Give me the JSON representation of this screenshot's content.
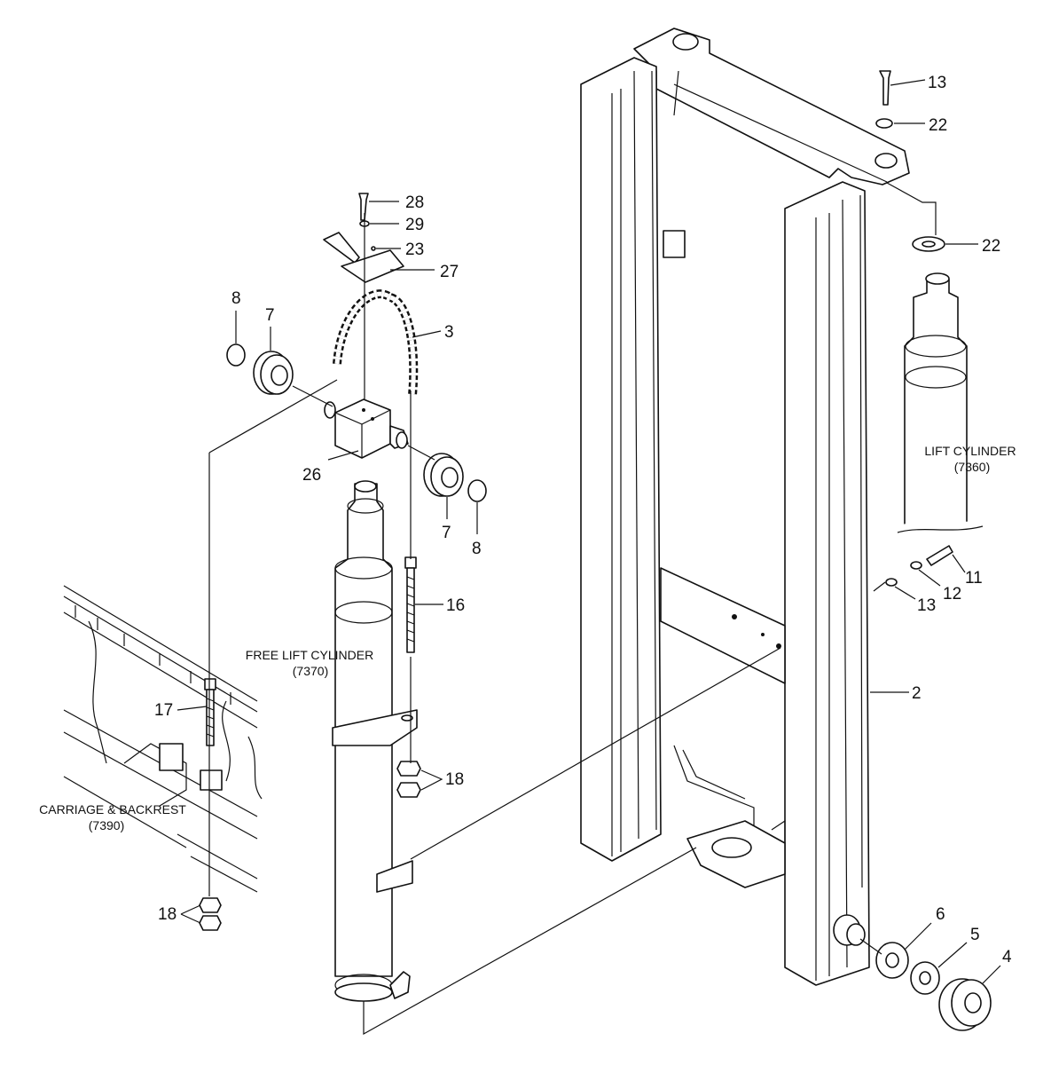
{
  "assemblies": {
    "lift_cylinder": {
      "name": "LIFT CYLINDER",
      "code": "(7360)"
    },
    "free_lift_cylinder": {
      "name": "FREE LIFT CYLINDER",
      "code": "(7370)"
    },
    "carriage_backrest": {
      "name": "CARRIAGE & BACKREST",
      "code": "(7390)"
    }
  },
  "callouts": [
    "13",
    "22",
    "22",
    "28",
    "29",
    "23",
    "27",
    "8",
    "7",
    "3",
    "26",
    "7",
    "8",
    "16",
    "11",
    "12",
    "13",
    "17",
    "2",
    "18",
    "18",
    "6",
    "5",
    "4"
  ]
}
